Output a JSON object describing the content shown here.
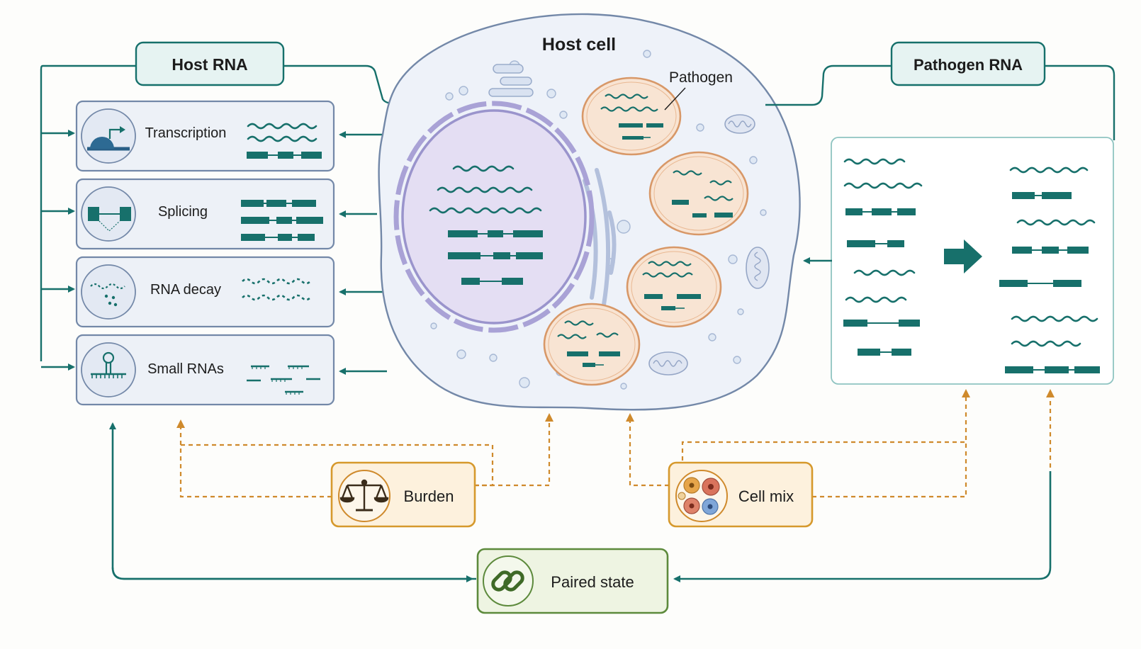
{
  "colors": {
    "teal": "#17706b",
    "orange_dash": "#cf8a2c",
    "panel_border": "#7388a8",
    "panel_fill": "#edf1f7",
    "cell_fill": "#eef2f9",
    "nucleus_fill": "#e4def3",
    "pathogen_fill": "#f8e4d3",
    "pathogen_border": "#d89868",
    "orange_box_fill": "#fdf1dd",
    "green_box_border": "#5d8a3c",
    "green_box_fill": "#eef4e2"
  },
  "labels": {
    "host_rna": "Host RNA",
    "host_cell": "Host cell",
    "pathogen": "Pathogen",
    "pathogen_rna": "Pathogen RNA"
  },
  "host_panels": [
    {
      "label": "Transcription",
      "icon": "transcription-icon"
    },
    {
      "label": "Splicing",
      "icon": "splicing-icon"
    },
    {
      "label": "RNA decay",
      "icon": "rna-decay-icon"
    },
    {
      "label": "Small RNAs",
      "icon": "small-rna-icon"
    }
  ],
  "confounders": {
    "burden": {
      "label": "Burden",
      "icon": "balance-scale-icon"
    },
    "cell_mix": {
      "label": "Cell mix",
      "icon": "cell-mixture-icon"
    }
  },
  "paired_state": {
    "label": "Paired state",
    "icon": "chain-link-icon"
  }
}
